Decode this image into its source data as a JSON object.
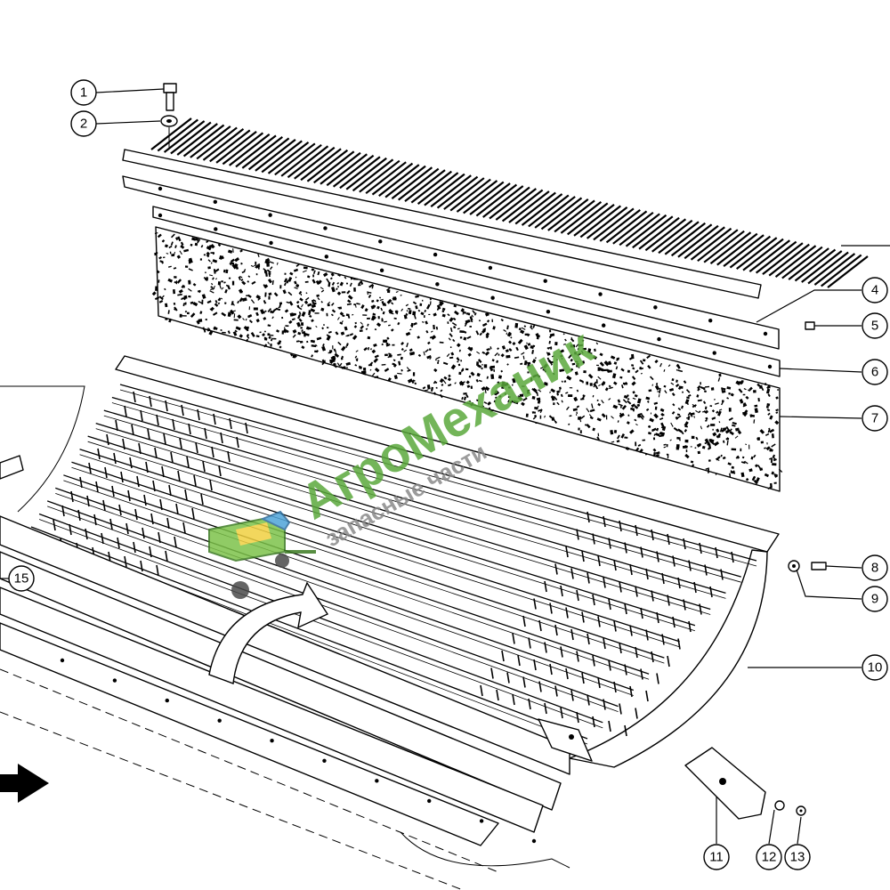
{
  "callouts": [
    {
      "id": "1",
      "label": "1"
    },
    {
      "id": "2",
      "label": "2"
    },
    {
      "id": "4",
      "label": "4"
    },
    {
      "id": "5",
      "label": "5"
    },
    {
      "id": "6",
      "label": "6"
    },
    {
      "id": "7",
      "label": "7"
    },
    {
      "id": "8",
      "label": "8"
    },
    {
      "id": "9",
      "label": "9"
    },
    {
      "id": "10",
      "label": "10",
      "highlight": "#c8d832"
    },
    {
      "id": "11",
      "label": "11"
    },
    {
      "id": "12",
      "label": "12"
    },
    {
      "id": "13",
      "label": "13"
    },
    {
      "id": "15",
      "label": "15"
    }
  ],
  "watermark": {
    "brand": "АгроМеханик",
    "tagline": "запасные части",
    "color": "#5aa83c",
    "tagline_color": "#8a8a8a",
    "icon": "tractor-icon"
  },
  "colors": {
    "line": "#000000",
    "background": "#ffffff",
    "highlight": "#c8d832"
  }
}
